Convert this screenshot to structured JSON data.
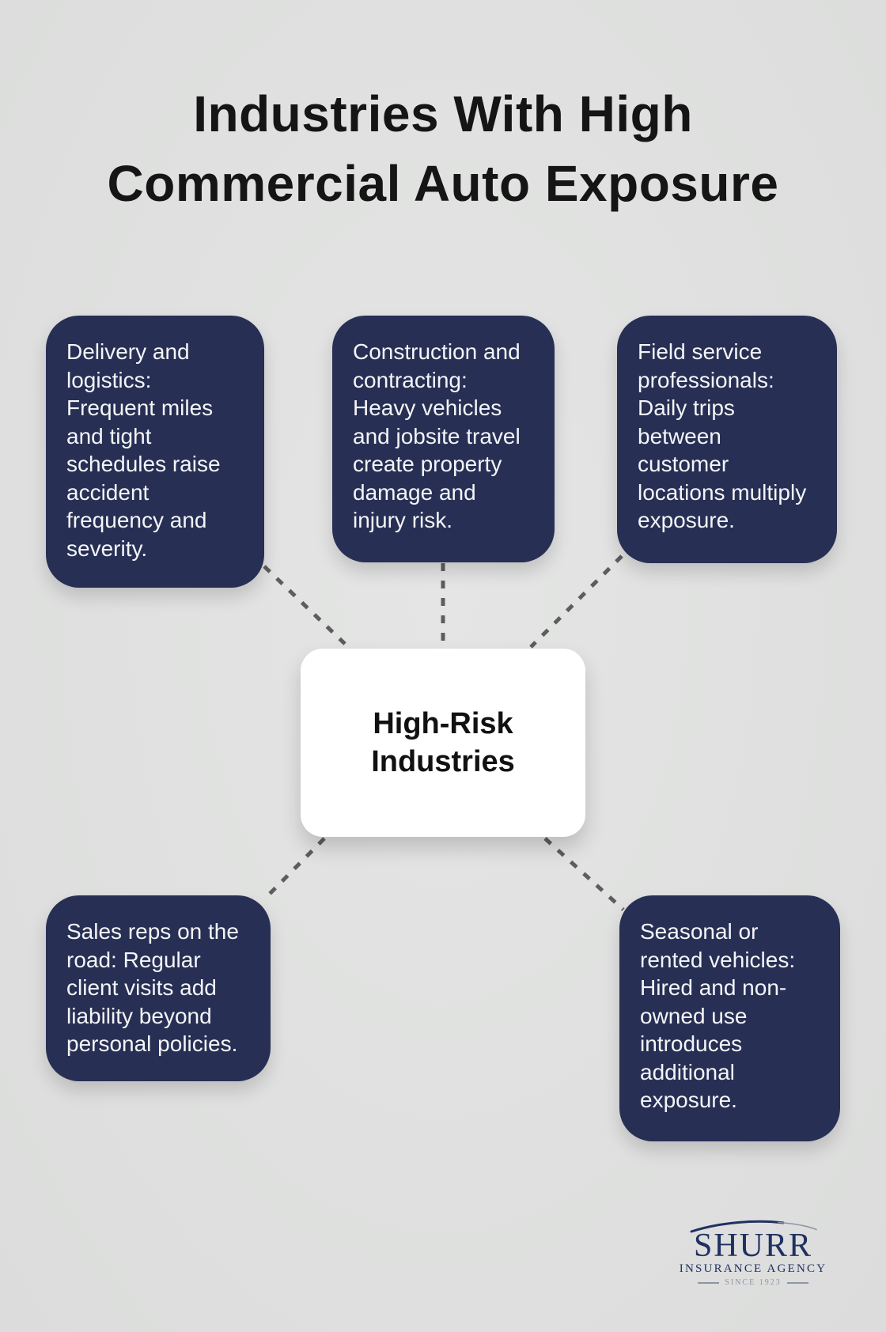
{
  "title": "Industries With High\nCommercial Auto Exposure",
  "center_node": {
    "label": "High-Risk\nIndustries"
  },
  "nodes": [
    {
      "id": "delivery-logistics",
      "text": "Delivery and\nlogistics:\nFrequent miles\nand tight\nschedules raise\naccident\nfrequency and\nseverity."
    },
    {
      "id": "construction-contracting",
      "text": "Construction and\ncontracting:\nHeavy vehicles\nand jobsite travel\ncreate property\ndamage and\ninjury risk."
    },
    {
      "id": "field-service",
      "text": "Field service\nprofessionals:\nDaily trips\nbetween\ncustomer\nlocations multiply\nexposure."
    },
    {
      "id": "sales-reps",
      "text": "Sales reps on the\nroad: Regular\nclient visits add\nliability beyond\npersonal policies."
    },
    {
      "id": "seasonal-rented",
      "text": "Seasonal or\nrented vehicles:\nHired and non-\nowned use\nintroduces\nadditional\nexposure."
    }
  ],
  "logo": {
    "name": "SHURR",
    "tagline": "INSURANCE AGENCY",
    "since": "SINCE 1923"
  },
  "colors": {
    "background": "#e0e1e0",
    "box_navy": "#272f54",
    "box_text": "#f4f5f7",
    "center_bg": "#ffffff",
    "center_text": "#111111",
    "connector": "#5d5d5d",
    "title_text": "#151515",
    "logo_navy": "#203061",
    "logo_since": "#8d95a6"
  }
}
